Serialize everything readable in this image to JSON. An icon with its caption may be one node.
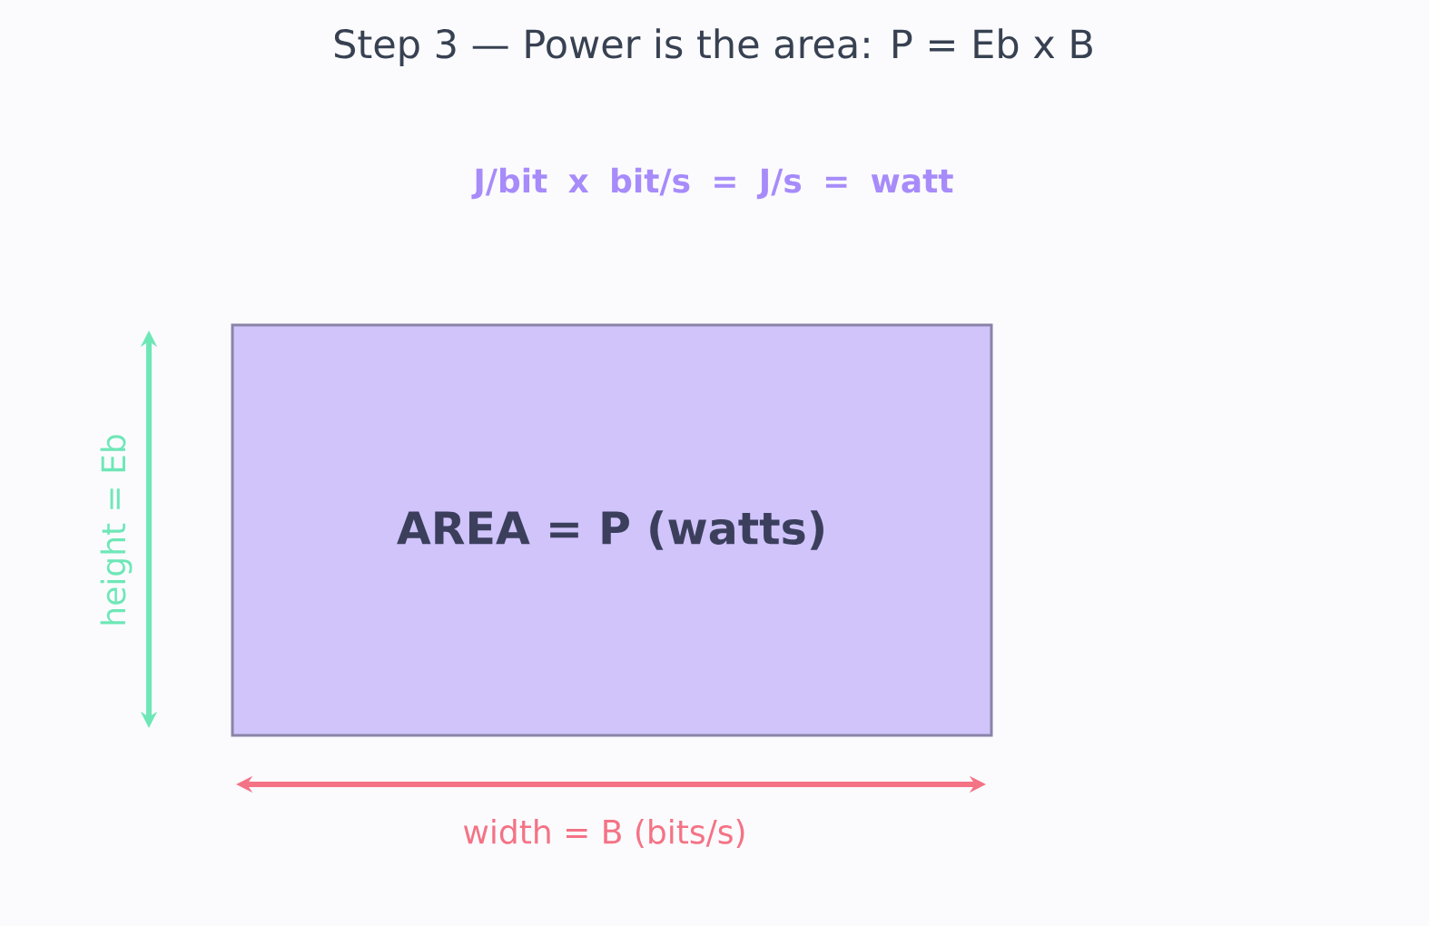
{
  "diagram": {
    "title": "Step 3 — Power is the area:  P = Eb x B",
    "nodes": [
      {
        "text": [
          "AREA = P (watts)"
        ]
      }
    ],
    "labels": [
      "J/bit  x  bit/s  =  J/s  =  watt",
      "height = Eb",
      "width = B  (bits/s)"
    ]
  }
}
